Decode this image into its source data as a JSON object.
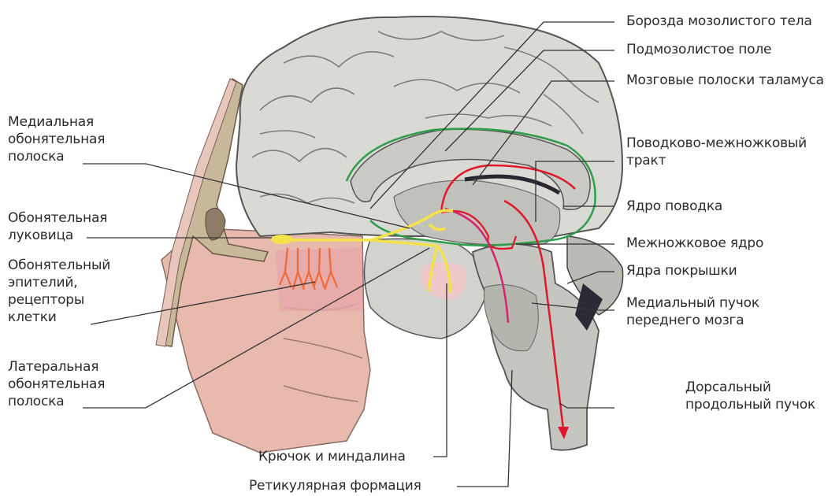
{
  "labels": {
    "sulcus_corporis_callosi": "Борозда мозолистого тела",
    "subcallosal_area": "Подмозолистое поле",
    "stria_medullaris": "Мозговые полоски таламуса",
    "medial_stria": "Медиальная\nобонятельная\nполоска",
    "habenulo_interpeduncular": "Поводково-межножковый\nтракт",
    "olfactory_bulb": "Обонятельная\nлуковица",
    "habenular_nucleus": "Ядро поводка",
    "interpeduncular_nucleus": "Межножковое ядро",
    "olfactory_epithelium": "Обонятельный\nэпителий,\nрецепторы\nклетки",
    "tegmental_nuclei": "Ядра покрышки",
    "medial_forebrain_bundle": "Медиальный пучок\nпереднего мозга",
    "lateral_stria": "Латеральная\nобонятельная\nполоска",
    "dorsal_longitudinal": "Дорсальный\nпродольный пучок",
    "uncus_amygdala": "Крючок и миндалина",
    "reticular_formation": "Ретикулярная формация"
  },
  "colors": {
    "olfactory_pathway": "#f3e24a",
    "habenular_tract": "#e0192a",
    "limbic_outline": "#2f9e49",
    "forebrain_bundle": "#d6246e",
    "skin": "#eab9ae",
    "brain": "#d7d9d2"
  }
}
